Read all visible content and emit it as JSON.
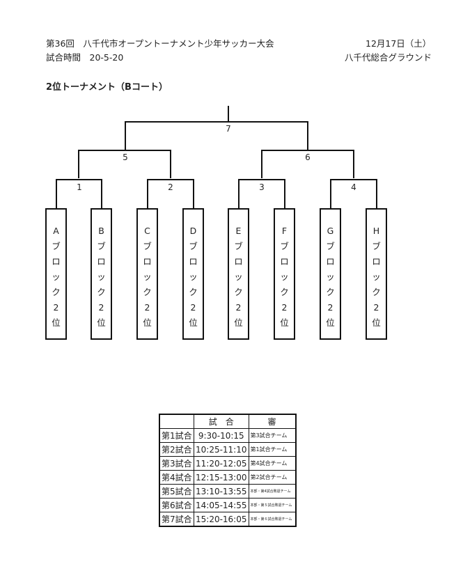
{
  "header": {
    "title": "第36回　八千代市オープントーナメント少年サッカー大会",
    "match_time": "試合時間　20-5-20",
    "date": "12月17日（土）",
    "venue": "八千代総合グラウンド"
  },
  "subtitle": "2位トーナメント（Bコート）",
  "bracket": {
    "teams": [
      {
        "letter": "A",
        "chars": [
          "ブ",
          "ロ",
          "ッ",
          "ク",
          "2",
          "位"
        ]
      },
      {
        "letter": "B",
        "chars": [
          "ブ",
          "ロ",
          "ッ",
          "ク",
          "2",
          "位"
        ]
      },
      {
        "letter": "C",
        "chars": [
          "ブ",
          "ロ",
          "ッ",
          "ク",
          "2",
          "位"
        ]
      },
      {
        "letter": "D",
        "chars": [
          "ブ",
          "ロ",
          "ッ",
          "ク",
          "2",
          "位"
        ]
      },
      {
        "letter": "E",
        "chars": [
          "ブ",
          "ロ",
          "ッ",
          "ク",
          "2",
          "位"
        ]
      },
      {
        "letter": "F",
        "chars": [
          "ブ",
          "ロ",
          "ッ",
          "ク",
          "2",
          "位"
        ]
      },
      {
        "letter": "G",
        "chars": [
          "ブ",
          "ロ",
          "ッ",
          "ク",
          "2",
          "位"
        ]
      },
      {
        "letter": "H",
        "chars": [
          "ブ",
          "ロ",
          "ッ",
          "ク",
          "2",
          "位"
        ]
      }
    ],
    "match_numbers": [
      "1",
      "2",
      "3",
      "4",
      "5",
      "6",
      "7"
    ]
  },
  "schedule": {
    "headers": [
      "",
      "試　合",
      "審"
    ],
    "rows": [
      {
        "label": "第1試合",
        "time": "9:30-10:15",
        "ref": "第3試合チーム"
      },
      {
        "label": "第2試合",
        "time": "10:25-11:10",
        "ref": "第1試合チーム"
      },
      {
        "label": "第3試合",
        "time": "11:20-12:05",
        "ref": "第4試合チーム"
      },
      {
        "label": "第4試合",
        "time": "12:15-13:00",
        "ref": "第2試合チーム"
      },
      {
        "label": "第5試合",
        "time": "13:10-13:55",
        "ref": "本部・第4試合敗退チーム"
      },
      {
        "label": "第6試合",
        "time": "14:05-14:55",
        "ref": "本部・第５試合敗退チーム"
      },
      {
        "label": "第7試合",
        "time": "15:20-16:05",
        "ref": "本部・第６試合敗退チーム"
      }
    ]
  }
}
